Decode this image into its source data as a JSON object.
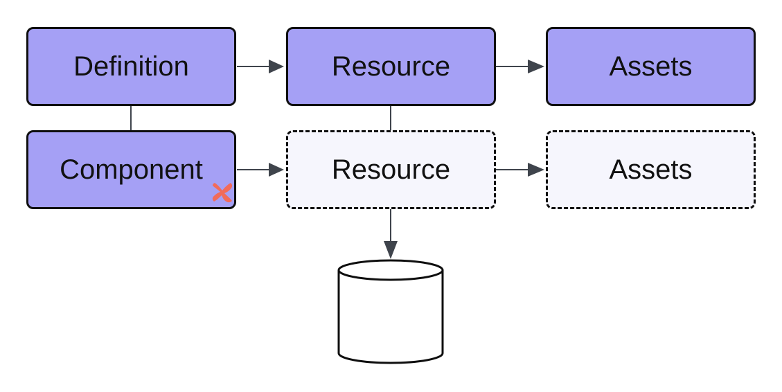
{
  "nodes": {
    "definition": {
      "label": "Definition"
    },
    "resource_top": {
      "label": "Resource"
    },
    "assets_top": {
      "label": "Assets"
    },
    "component": {
      "label": "Component"
    },
    "resource_bottom": {
      "label": "Resource"
    },
    "assets_bottom": {
      "label": "Assets"
    }
  },
  "icons": {
    "component_badge": "dagster-x-icon",
    "storage": "database-cylinder-icon"
  },
  "colors": {
    "solid_fill": "#a5a0f5",
    "dashed_fill": "#f6f6fd",
    "border": "#0f0f0f",
    "arrow": "#3f444c",
    "badge": "#f26b5b"
  }
}
